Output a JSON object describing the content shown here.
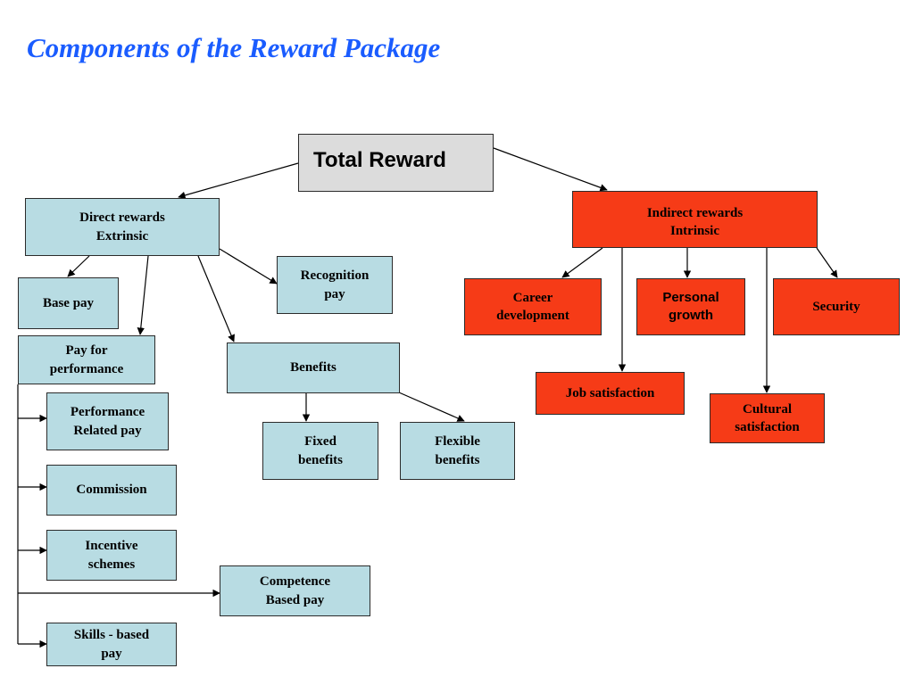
{
  "title": "Components of the Reward Package",
  "nodes": {
    "total_reward": "Total Reward",
    "direct": "Direct rewards\nExtrinsic",
    "indirect": "Indirect rewards\nIntrinsic",
    "base_pay": "Base pay",
    "pay_for_performance": "Pay for\nperformance",
    "recognition_pay": "Recognition\npay",
    "benefits": "Benefits",
    "performance_related_pay": "Performance\nRelated pay",
    "commission": "Commission",
    "incentive_schemes": "Incentive\nschemes",
    "competence_based_pay": "Competence\nBased pay",
    "skills_based_pay": "Skills - based\npay",
    "fixed_benefits": "Fixed\nbenefits",
    "flexible_benefits": "Flexible\nbenefits",
    "career_development": "Career\ndevelopment",
    "personal_growth": "Personal\ngrowth",
    "security": "Security",
    "job_satisfaction": "Job satisfaction",
    "cultural_satisfaction": "Cultural\nsatisfaction"
  },
  "colors": {
    "direct": "#b8dce3",
    "indirect": "#f63b17",
    "root": "#dcdcdc",
    "title": "#1a5cff"
  }
}
